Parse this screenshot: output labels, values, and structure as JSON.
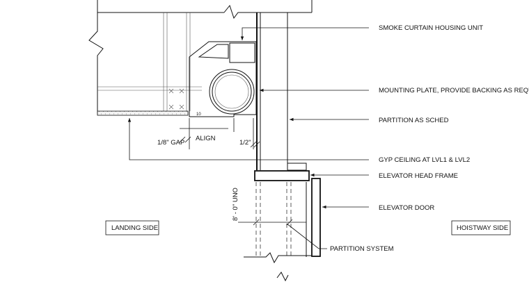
{
  "callouts": {
    "smoke_curtain": "SMOKE CURTAIN HOUSING UNIT",
    "mounting_plate": "MOUNTING PLATE, PROVIDE BACKING AS REQ'D",
    "partition_sched": "PARTITION AS  SCHED",
    "gyp_ceiling": "GYP CEILING AT LVL1 & LVL2",
    "elevator_head_frame": "ELEVATOR HEAD FRAME",
    "elevator_door": "ELEVATOR DOOR",
    "partition_system": "PARTITION SYSTEM"
  },
  "dimensions": {
    "gap": "1/8\" GAP",
    "align": "ALIGN",
    "half_inch": "1/2\"",
    "height": "8' - 0\" UNO"
  },
  "zones": {
    "landing": "LANDING SIDE",
    "hoistway": "HOISTWAY SIDE"
  }
}
